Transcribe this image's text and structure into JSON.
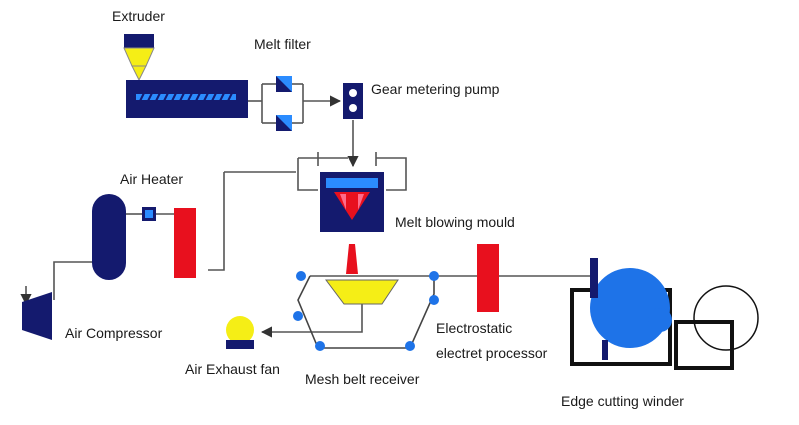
{
  "labels": {
    "extruder": "Extruder",
    "melt_filter": "Melt filter",
    "gear_pump": "Gear metering pump",
    "air_heater": "Air Heater",
    "melt_mould": "Melt blowing mould",
    "air_compressor": "Air Compressor",
    "electret_line1": "Electrostatic",
    "electret_line2": "electret processor",
    "air_exhaust": "Air Exhaust fan",
    "mesh_belt": "Mesh belt receiver",
    "winder": "Edge cutting winder"
  },
  "colors": {
    "navy": "#141a6e",
    "blue": "#1e73e8",
    "red": "#e8101e",
    "yellow": "#f5ee16",
    "line": "#444444",
    "black": "#111111"
  }
}
